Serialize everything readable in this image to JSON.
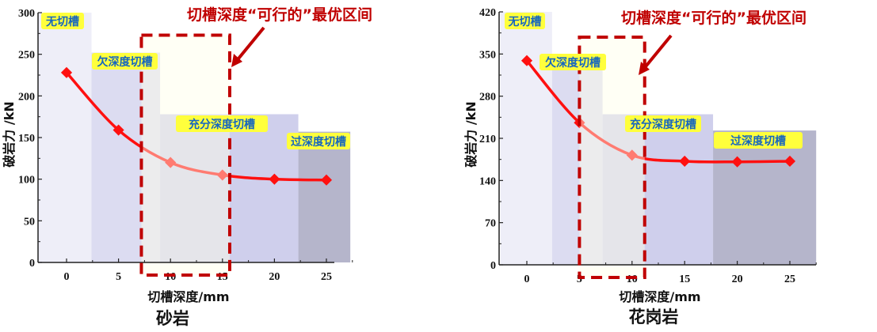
{
  "chart_data": [
    {
      "type": "line",
      "name": "sandstone",
      "rock_label": "砂岩",
      "title": "切槽深度“可行的”最优区间",
      "xlabel": "切槽深度/mm",
      "ylabel": "破岩力 /kN",
      "xlim": [
        -2.8,
        27.5
      ],
      "ylim": [
        0,
        300
      ],
      "xticks": [
        0,
        5,
        10,
        15,
        20,
        25
      ],
      "yticks": [
        0,
        50,
        100,
        150,
        200,
        250,
        300
      ],
      "x": [
        0,
        5,
        10,
        15,
        20,
        25
      ],
      "y": [
        228,
        159,
        120,
        105,
        100,
        99
      ],
      "zones": [
        {
          "label": "无切槽",
          "x": [
            -2.7,
            2.4
          ],
          "top": 300,
          "color": "#eeeef8"
        },
        {
          "label": "欠深度切槽",
          "x": [
            2.4,
            9.0
          ],
          "top": 252,
          "color": "#dcdcf1"
        },
        {
          "label": "充分深度切槽",
          "x": [
            9.0,
            22.3
          ],
          "top": 178,
          "color": "#cfcfec"
        },
        {
          "label": "过深度切槽",
          "x": [
            22.3,
            27.3
          ],
          "top": 157,
          "color": "#b5b5cb"
        }
      ],
      "optimal_range": {
        "x": [
          7.2,
          15.7
        ],
        "top": 273
      },
      "colors": {
        "line": "#ff1010",
        "highlight": "#c00000",
        "label_bg": "#ffff3c",
        "label_text": "#1565c0"
      }
    },
    {
      "type": "line",
      "name": "granite",
      "rock_label": "花岗岩",
      "title": "切槽深度“可行的”最优区间",
      "xlabel": "切槽深度/mm",
      "ylabel": "破岩力 /kN",
      "xlim": [
        -2.6,
        27.5
      ],
      "ylim": [
        0,
        420
      ],
      "xticks": [
        0,
        5,
        10,
        15,
        20,
        25
      ],
      "yticks": [
        0,
        70,
        140,
        210,
        280,
        350,
        420
      ],
      "x": [
        0,
        5,
        10,
        15,
        20,
        25
      ],
      "y": [
        339,
        236,
        182,
        172,
        171,
        172
      ],
      "zones": [
        {
          "label": "无切槽",
          "x": [
            -2.5,
            2.4
          ],
          "top": 420,
          "color": "#eeeef8"
        },
        {
          "label": "欠深度切槽",
          "x": [
            2.4,
            7.2
          ],
          "top": 338,
          "color": "#dcdcf1"
        },
        {
          "label": "充分深度切槽",
          "x": [
            7.2,
            17.7
          ],
          "top": 250,
          "color": "#cfcfec"
        },
        {
          "label": "过深度切槽",
          "x": [
            17.7,
            27.5
          ],
          "top": 223,
          "color": "#b5b5cb"
        }
      ],
      "optimal_range": {
        "x": [
          5.0,
          11.2
        ],
        "top": 378
      },
      "colors": {
        "line": "#ff1010",
        "highlight": "#c00000",
        "label_bg": "#ffff3c",
        "label_text": "#1565c0"
      }
    }
  ]
}
